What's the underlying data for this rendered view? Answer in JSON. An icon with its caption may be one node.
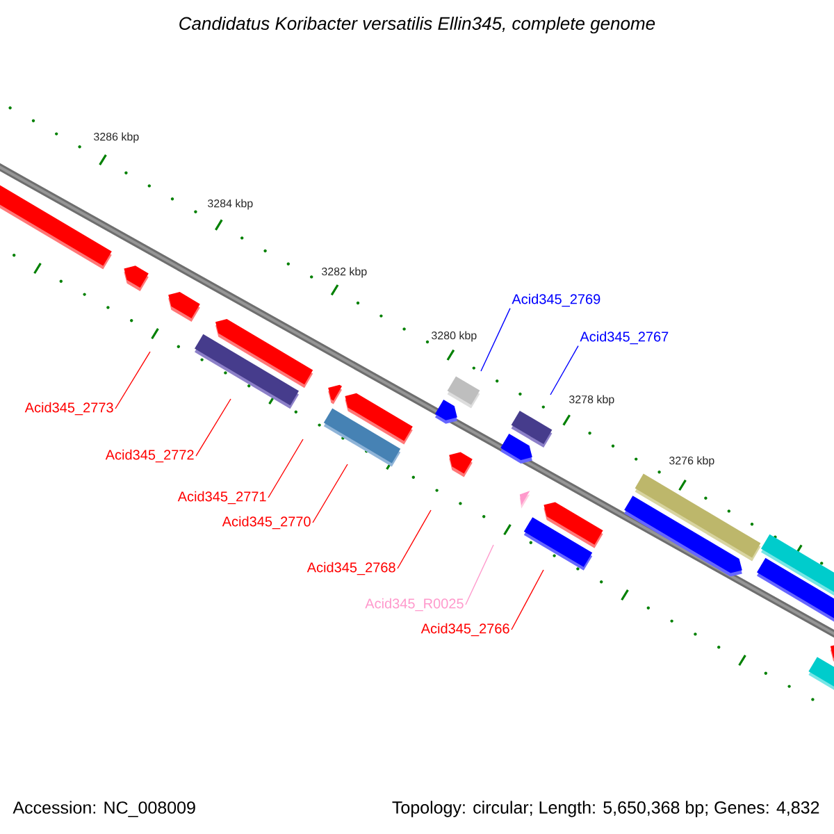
{
  "diagram": {
    "title": "Candidatus Koribacter versatilis Ellin345, complete genome",
    "nodes": [
      {
        "text": [
          "Acid345_2769"
        ]
      },
      {
        "text": [
          "Acid345_2767"
        ]
      },
      {
        "text": [
          "Acid345_2773"
        ]
      },
      {
        "text": [
          "Acid345_2772"
        ]
      },
      {
        "text": [
          "Acid345_2771"
        ]
      },
      {
        "text": [
          "Acid345_2770"
        ]
      },
      {
        "text": [
          "Acid345_2768"
        ]
      },
      {
        "text": [
          "Acid345_R0025"
        ]
      },
      {
        "text": [
          "Acid345_2766"
        ]
      }
    ],
    "edges": [
      {
        "from": 0,
        "to": null,
        "arrow": "none",
        "color": "#0000ff"
      },
      {
        "from": 1,
        "to": null,
        "arrow": "none",
        "color": "#0000ff"
      },
      {
        "from": 2,
        "to": null,
        "arrow": "none"
      },
      {
        "from": 3,
        "to": null,
        "arrow": "none"
      },
      {
        "from": 4,
        "to": null,
        "arrow": "none"
      },
      {
        "from": 5,
        "to": null,
        "arrow": "none"
      },
      {
        "from": 6,
        "to": null,
        "arrow": "none"
      },
      {
        "from": 7,
        "to": null,
        "arrow": "none",
        "color": "#ff99cc"
      },
      {
        "from": 8,
        "to": null,
        "arrow": "none"
      }
    ],
    "labels": [
      "3286 kbp",
      "3284 kbp",
      "3282 kbp",
      "3280 kbp",
      "3278 kbp",
      "3276 kbp",
      "Accession: NC_008009",
      "Topology: circular; Length: 5,650,368 bp; Genes: 4,832"
    ]
  }
}
